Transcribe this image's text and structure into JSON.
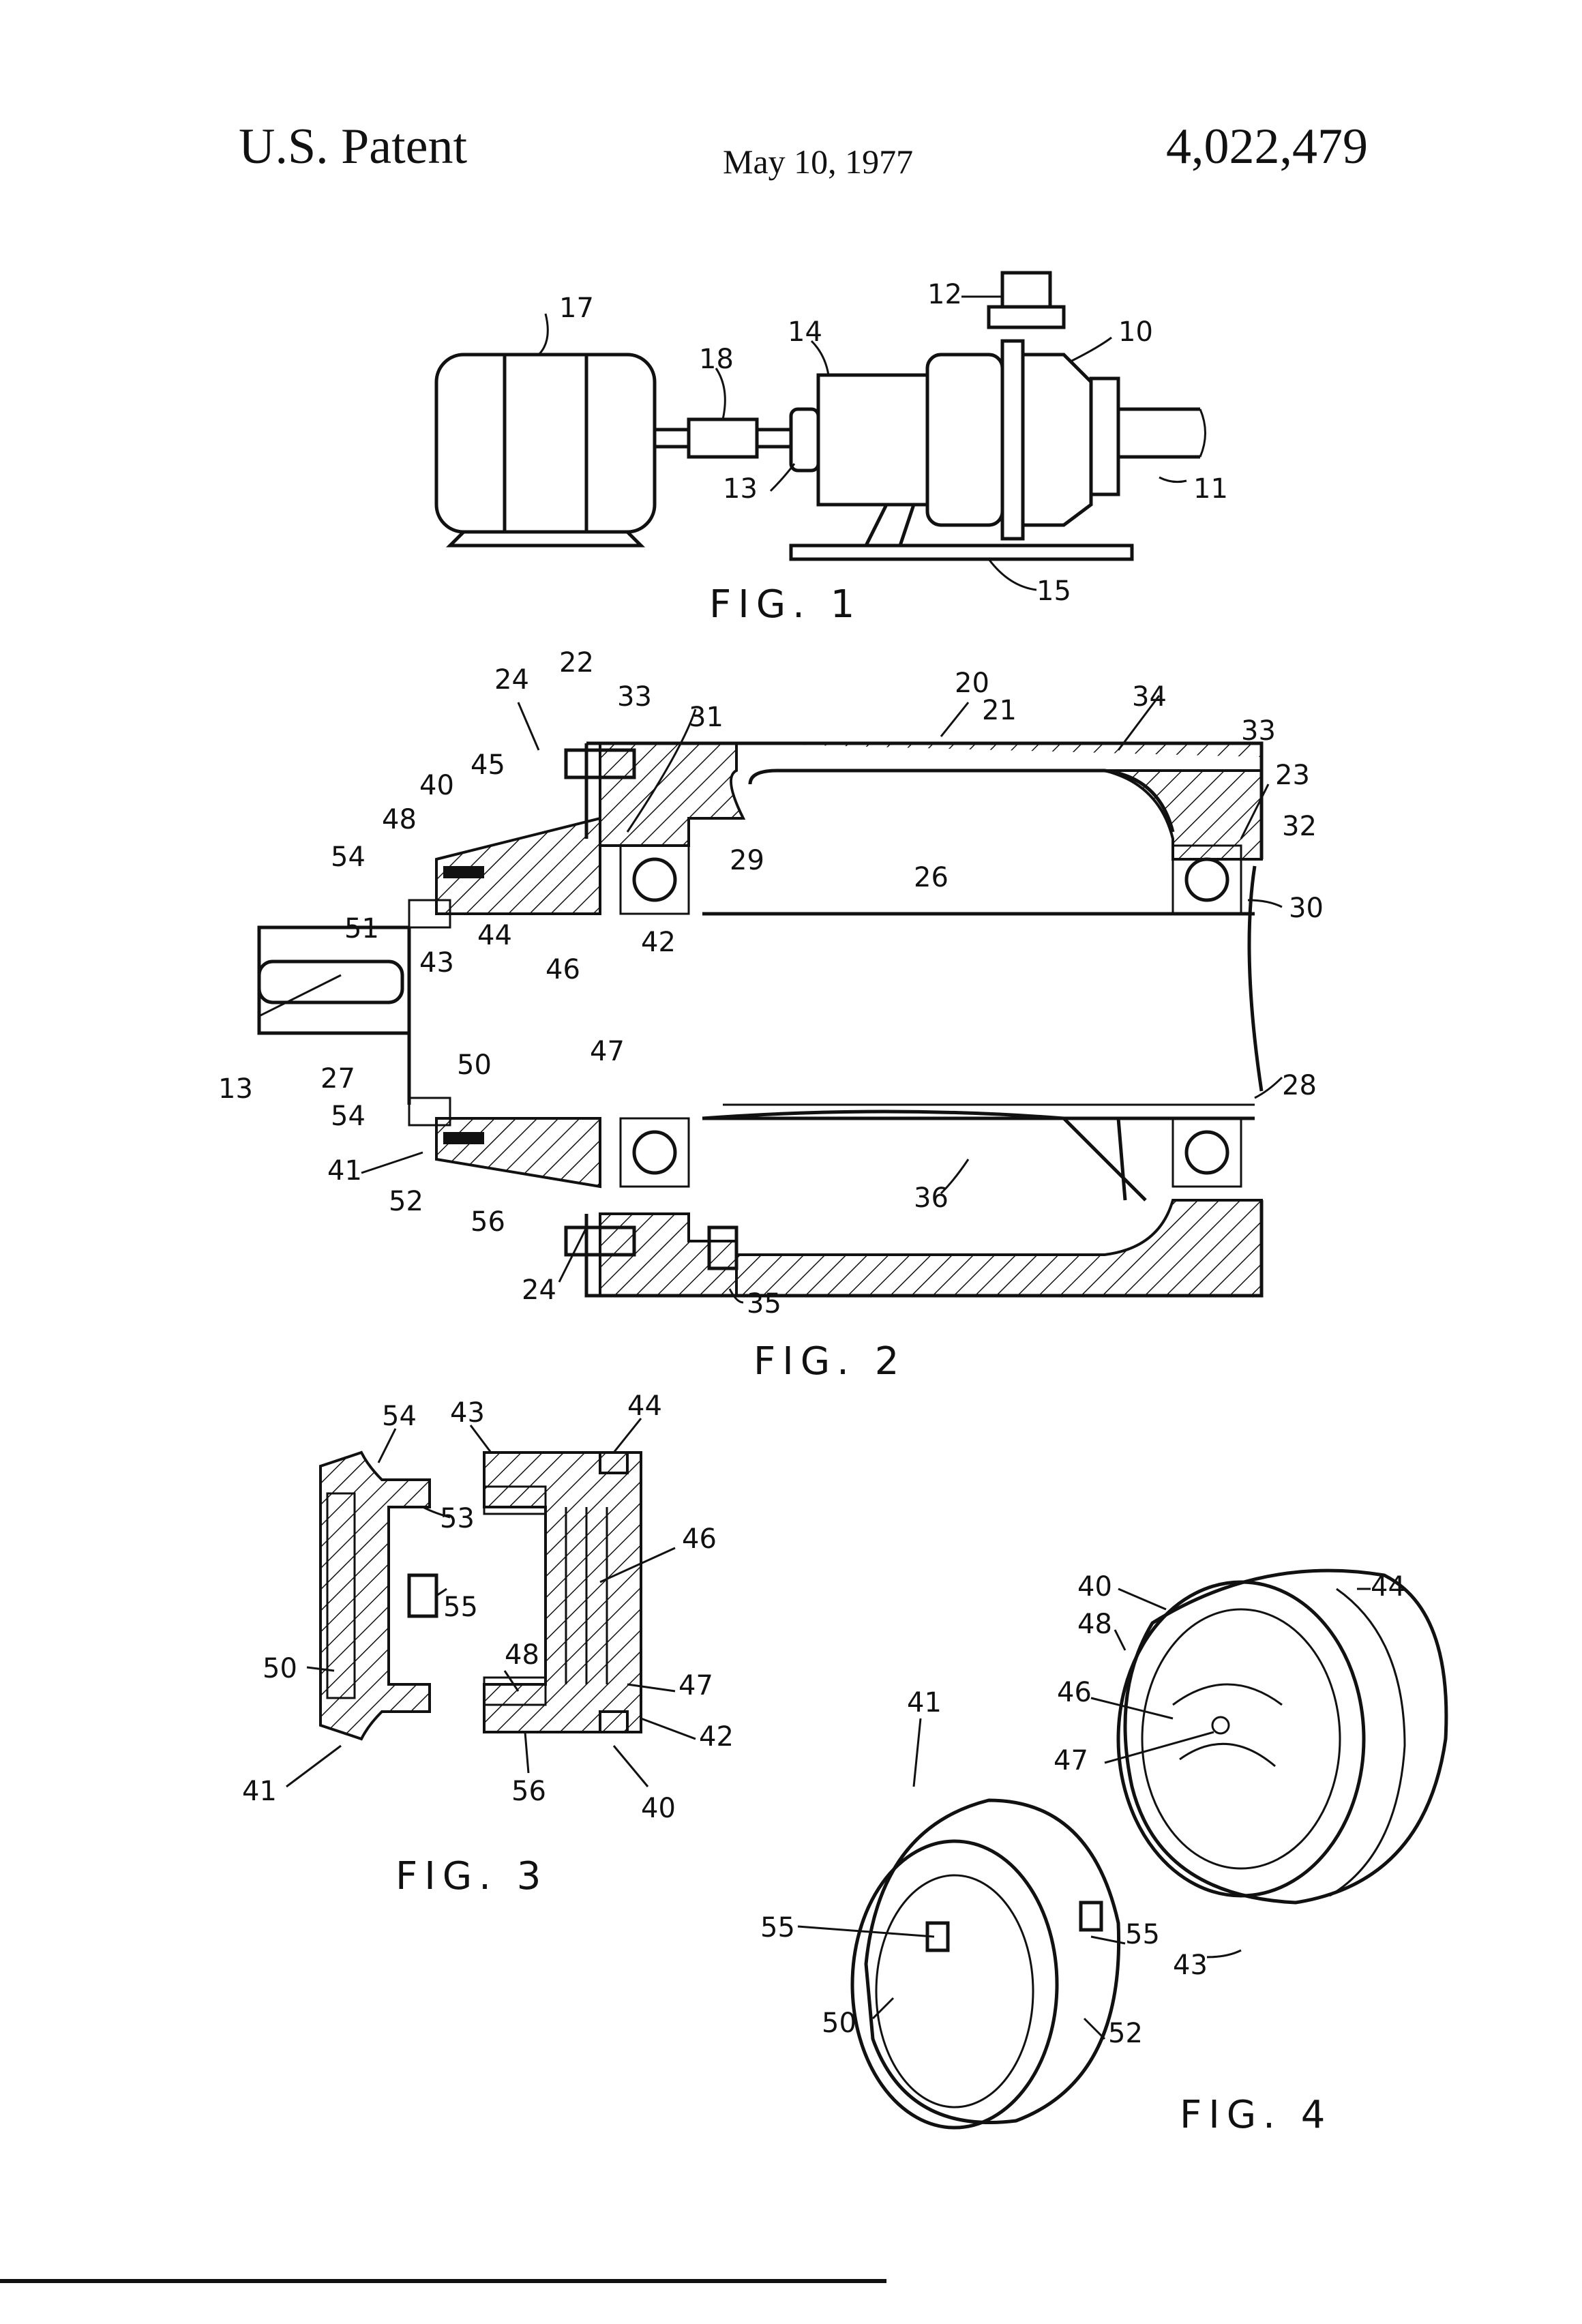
{
  "header": {
    "left": "U.S. Patent",
    "center": "May 10, 1977",
    "right": "4,022,479"
  },
  "figures": {
    "fig1": {
      "caption": "FIG. 1",
      "labels": {
        "l17": "17",
        "l18": "18",
        "l14": "14",
        "l12": "12",
        "l10": "10",
        "l13": "13",
        "l11": "11",
        "l15": "15"
      }
    },
    "fig2": {
      "caption": "FIG. 2",
      "labels": {
        "l24a": "24",
        "l22": "22",
        "l33a": "33",
        "l31": "31",
        "l20": "20",
        "l21": "21",
        "l34": "34",
        "l33b": "33",
        "l23": "23",
        "l32": "32",
        "l40": "40",
        "l45": "45",
        "l48": "48",
        "l54a": "54",
        "l29": "29",
        "l26": "26",
        "l30": "30",
        "l51": "51",
        "l43": "43",
        "l44": "44",
        "l42": "42",
        "l46": "46",
        "l47": "47",
        "l13": "13",
        "l27": "27",
        "l50": "50",
        "l28": "28",
        "l54b": "54",
        "l41": "41",
        "l52": "52",
        "l56": "56",
        "l36": "36",
        "l24b": "24",
        "l35": "35"
      }
    },
    "fig3": {
      "caption": "FIG. 3",
      "labels": {
        "l54": "54",
        "l43": "43",
        "l44": "44",
        "l53": "53",
        "l46": "46",
        "l55": "55",
        "l50": "50",
        "l48": "48",
        "l47": "47",
        "l42": "42",
        "l41": "41",
        "l56": "56",
        "l40": "40"
      }
    },
    "fig4": {
      "caption": "FIG. 4",
      "labels": {
        "l40": "40",
        "l44": "44",
        "l48": "48",
        "l46": "46",
        "l41": "41",
        "l47": "47",
        "l55a": "55",
        "l55b": "55",
        "l43": "43",
        "l52": "52",
        "l50": "50"
      }
    }
  }
}
